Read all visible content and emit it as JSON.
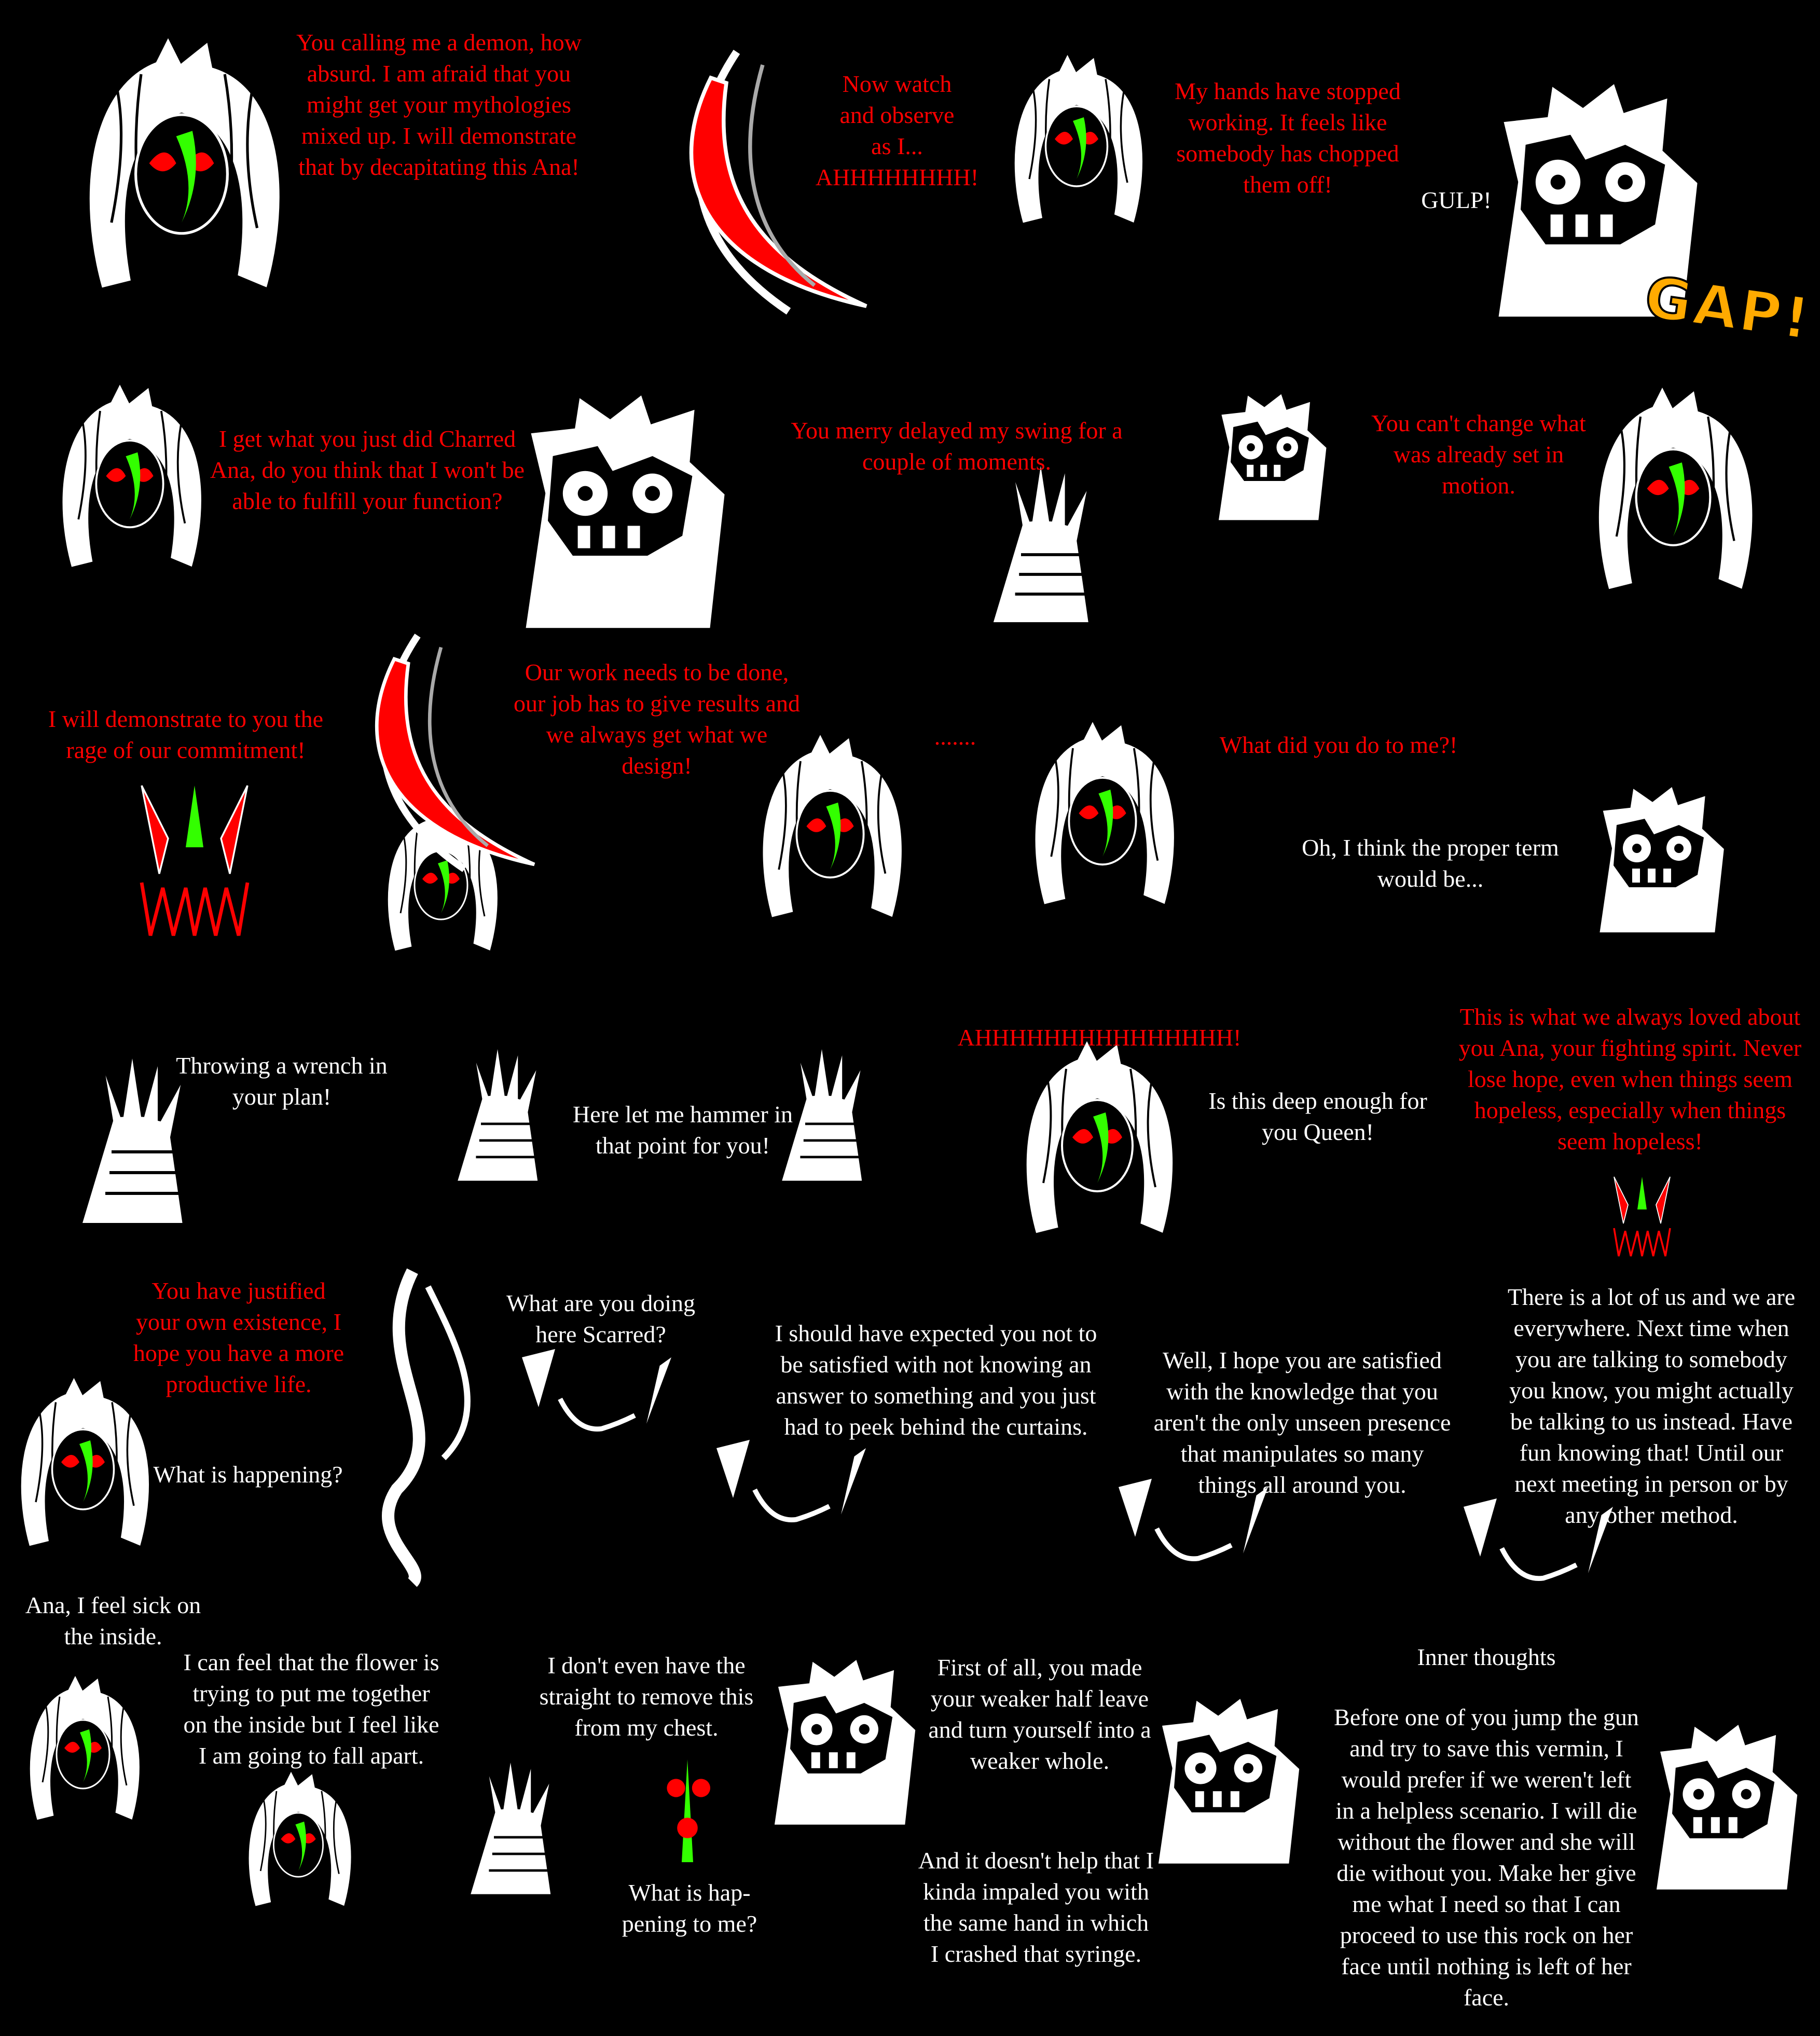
{
  "colors": {
    "background": "#000000",
    "villain_text": "#ff0000",
    "other_text": "#ffffff",
    "sfx": "#ffaa00",
    "mark_green": "#33ff00"
  },
  "rows": [
    {
      "captions": [
        "You calling me a demon, how\nabsurd. I am afraid that you\nmight get your mythologies\nmixed up. I will demonstrate\nthat by decapitating this Ana!",
        "Now watch\nand observe\nas I...\nAHHHHHHHH!",
        "My hands have stopped\nworking. It feels like\nsomebody has chopped\nthem off!",
        "GULP!"
      ],
      "sfx": "GAP!"
    },
    {
      "captions": [
        "I get what you just did Charred\nAna, do you think that I won't be\nable to fulfill your function?",
        "You merry delayed my swing for a\ncouple of moments.",
        "You can't change what\nwas already set in\nmotion."
      ]
    },
    {
      "captions": [
        "I will demonstrate to you the\nrage of our commitment!",
        "Our work needs to be done,\nour job has to give results and\nwe always get what we\ndesign!",
        ".......",
        "What did you do to me?!",
        "Oh, I think the proper term\nwould be..."
      ]
    },
    {
      "captions": [
        "Throwing a wrench in\nyour plan!",
        "Here let me hammer in\nthat point for you!",
        "AHHHHHHHHHHHHHHH!",
        "Is this deep enough for\nyou Queen!",
        "This is what we always loved about\nyou Ana, your fighting spirit. Never\nlose hope, even when things seem\nhopeless, especially when things\nseem hopeless!"
      ]
    },
    {
      "captions": [
        "You have justified\nyour own existence, I\nhope you have a more\nproductive life.",
        "What is happening?",
        "What are you doing\nhere Scarred?",
        "I should have expected you not to\nbe satisfied with not knowing an\nanswer to something and you just\nhad to peek behind the curtains.",
        "Well, I hope you are satisfied\nwith the knowledge that you\naren't the only unseen presence\nthat manipulates so many\nthings all around you.",
        "There is a lot of us and we are\neverywhere. Next time when\nyou are talking to somebody\nyou know, you might actually\nbe talking to us instead. Have\nfun knowing that! Until our\nnext meeting in person or by\nany other method."
      ]
    },
    {
      "captions": [
        "Ana, I feel sick on\nthe inside.",
        "I can feel that the flower is\ntrying to put me together\non the inside but I feel like\nI am going to fall apart.",
        "I don't even have the\nstraight to remove this\nfrom my chest.",
        "What is hap-\npening to me?",
        "First of all, you made\nyour weaker half leave\nand turn yourself into a\nweaker whole.",
        "And it doesn't help that I\nkinda impaled you with\nthe same hand in which\nI crashed that syringe.",
        "Inner thoughts",
        "Before one of you jump the gun\nand try to save this vermin, I\nwould prefer if we weren't left\nin a helpless scenario. I will die\nwithout the flower and she will\ndie without you. Make her give\nme what I need so that I can\nproceed to use this rock on her\nface until nothing is left of her\nface."
      ]
    }
  ]
}
